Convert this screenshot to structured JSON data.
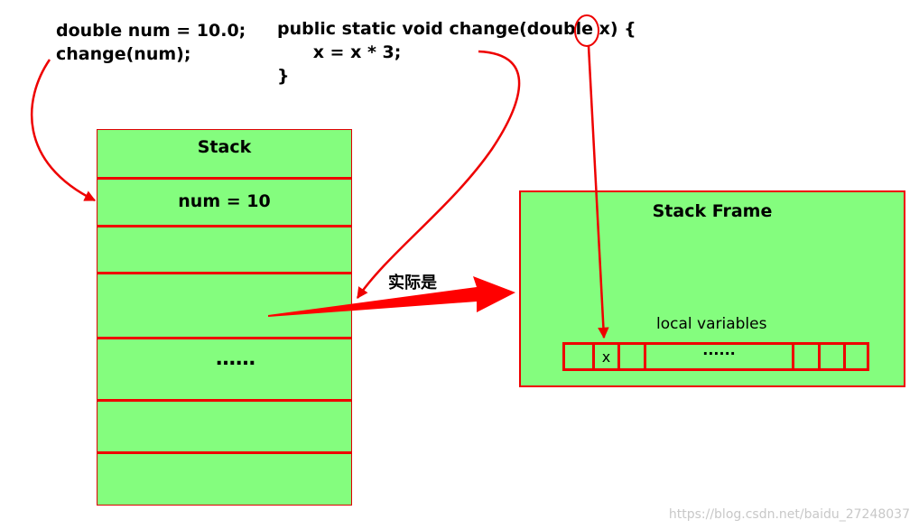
{
  "caller_code": [
    "double num = 10.0;",
    "change(num);"
  ],
  "method_code": [
    "public static void change(double x) {",
    "      x = x * 3;",
    "}"
  ],
  "stack": {
    "title": "Stack",
    "num_cell": "num = 10",
    "ellipsis": "……"
  },
  "stack_frame": {
    "title": "Stack Frame",
    "local_variables_label": "local variables",
    "x_cell": "x",
    "dots_cell": "······"
  },
  "annotation": "实际是",
  "watermark": "https://blog.csdn.net/baidu_27248037",
  "colors": {
    "box_fill": "#84fd7e",
    "line_red": "#ee0000"
  }
}
